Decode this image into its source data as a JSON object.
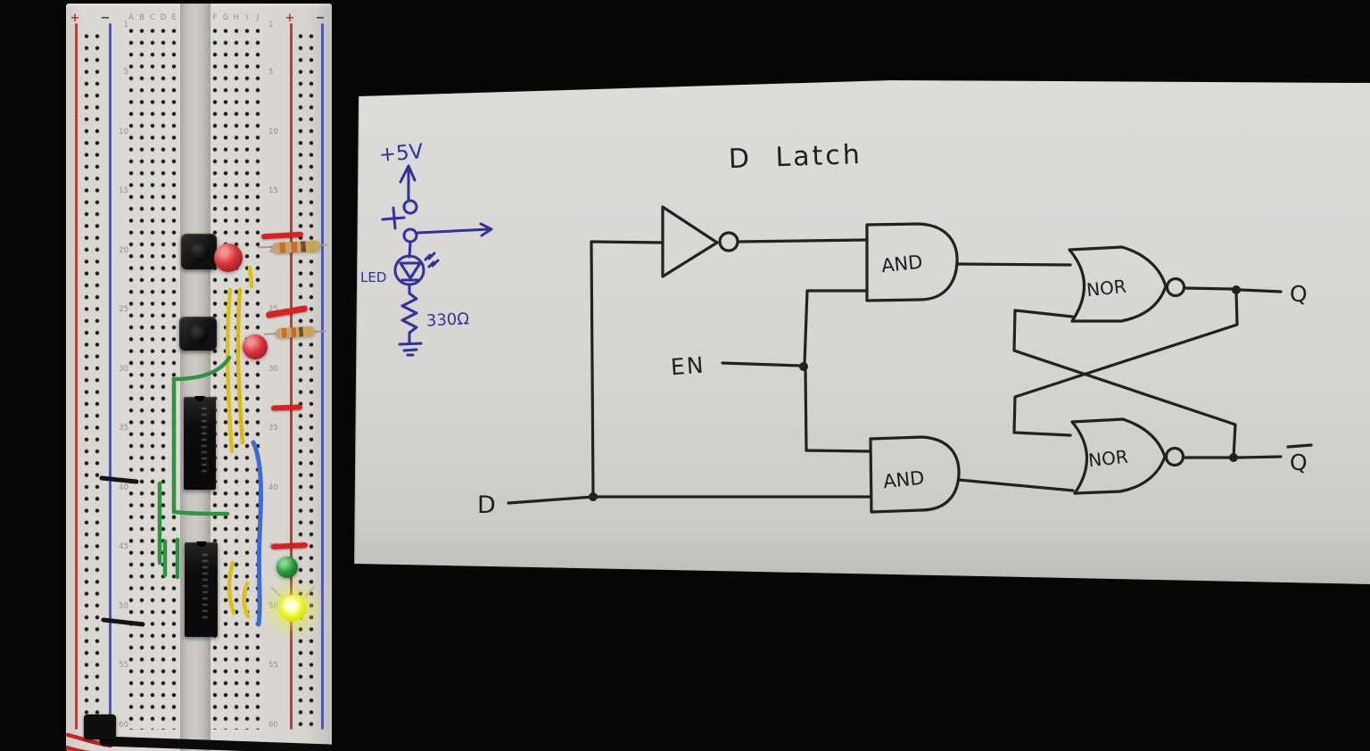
{
  "breadboard": {
    "left_rail": {
      "plus": "+",
      "minus": "−"
    },
    "right_rail": {
      "plus": "+",
      "minus": "−"
    },
    "column_letters_left": [
      "A",
      "B",
      "C",
      "D",
      "E"
    ],
    "column_letters_right": [
      "F",
      "G",
      "H",
      "I",
      "J"
    ],
    "row_numbers": [
      "1",
      "5",
      "10",
      "15",
      "20",
      "25",
      "30",
      "35",
      "40",
      "45",
      "50",
      "55",
      "60"
    ]
  },
  "schematic": {
    "title": "D Latch",
    "inputs": {
      "d": "D",
      "en": "EN"
    },
    "outputs": {
      "q": "Q",
      "q_bar": "Q"
    },
    "gates": {
      "and_top": "AND",
      "and_bottom": "AND",
      "nor_top": "NOR",
      "nor_bottom": "NOR"
    }
  },
  "mini_schematic": {
    "supply": "+5V",
    "led": "LED",
    "resistor": "330Ω"
  },
  "colors": {
    "paper": "#d8d7d4",
    "ink": "#212121",
    "blue_ink": "#32329b",
    "board": "#dad7d2",
    "red_led": "#d6333a",
    "green_led": "#2c9a3a",
    "lit_led": "#eef520",
    "wire_yellow": "#dcc016",
    "wire_green": "#2f9440",
    "wire_blue": "#3e6cd2",
    "wire_red": "#d82222",
    "rail_red": "#b5423a",
    "rail_blue": "#5058aa"
  }
}
